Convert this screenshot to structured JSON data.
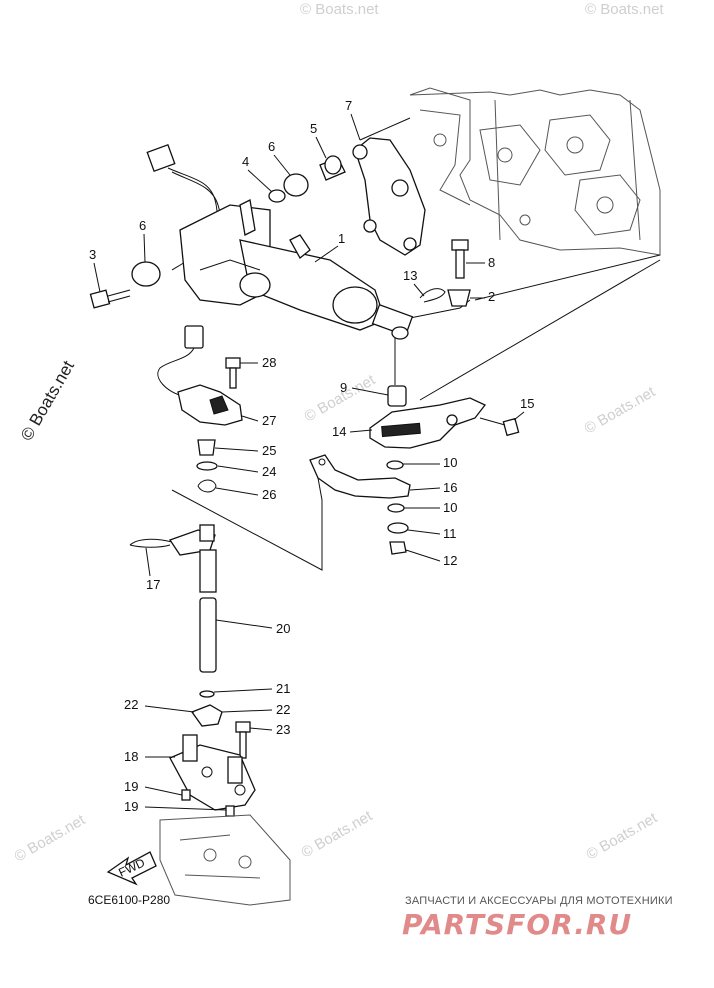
{
  "diagram_code": "6CE6100-P280",
  "fwd_label": "FWD",
  "watermark_main": "© Boats.net",
  "watermark_repeat": "© Boats.net",
  "promo": {
    "tagline": "ЗАПЧАСТИ И АКСЕССУАРЫ ДЛЯ МОТОТЕХНИКИ",
    "logo": "PARTSFOR.RU"
  },
  "callouts": {
    "c1": "1",
    "c2": "2",
    "c3": "3",
    "c4": "4",
    "c5": "5",
    "c6a": "6",
    "c6b": "6",
    "c7": "7",
    "c8": "8",
    "c9": "9",
    "c10a": "10",
    "c10b": "10",
    "c11": "11",
    "c12": "12",
    "c13": "13",
    "c14": "14",
    "c15": "15",
    "c16": "16",
    "c17": "17",
    "c18": "18",
    "c19a": "19",
    "c19b": "19",
    "c20": "20",
    "c21": "21",
    "c22a": "22",
    "c22b": "22",
    "c23": "23",
    "c24": "24",
    "c25": "25",
    "c26": "26",
    "c27": "27",
    "c28": "28"
  },
  "colors": {
    "line": "#111111",
    "watermark": "#cfcfcf",
    "logo": "#e08a8a"
  }
}
